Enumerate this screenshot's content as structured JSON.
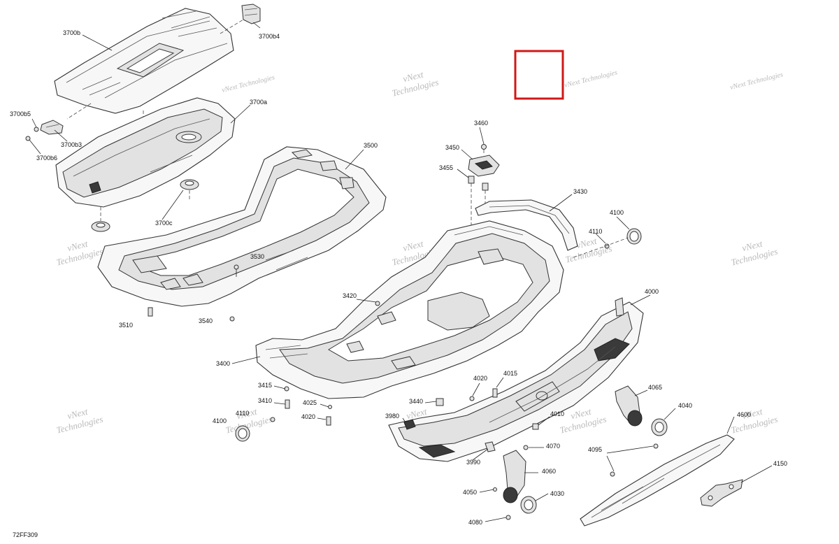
{
  "diagram": {
    "reference_code": "72FF309",
    "watermark_text": "vNext Technologies",
    "watermark_line1": "vNext",
    "watermark_line2": "Technologies",
    "highlight_color": "#d01818",
    "callouts": [
      {
        "id": "3700b",
        "label": "3700b"
      },
      {
        "id": "3700b4",
        "label": "3700b4"
      },
      {
        "id": "3700b5",
        "label": "3700b5"
      },
      {
        "id": "3700b3",
        "label": "3700b3"
      },
      {
        "id": "3700b6",
        "label": "3700b6"
      },
      {
        "id": "3700a",
        "label": "3700a"
      },
      {
        "id": "3700c",
        "label": "3700c"
      },
      {
        "id": "3500",
        "label": "3500"
      },
      {
        "id": "3530",
        "label": "3530"
      },
      {
        "id": "3510",
        "label": "3510"
      },
      {
        "id": "3540",
        "label": "3540"
      },
      {
        "id": "3460",
        "label": "3460"
      },
      {
        "id": "3450",
        "label": "3450"
      },
      {
        "id": "3455",
        "label": "3455"
      },
      {
        "id": "3430",
        "label": "3430"
      },
      {
        "id": "4100a",
        "label": "4100"
      },
      {
        "id": "4110a",
        "label": "4110"
      },
      {
        "id": "3420",
        "label": "3420"
      },
      {
        "id": "4000",
        "label": "4000"
      },
      {
        "id": "3400",
        "label": "3400"
      },
      {
        "id": "3415",
        "label": "3415"
      },
      {
        "id": "3410",
        "label": "3410"
      },
      {
        "id": "4025",
        "label": "4025"
      },
      {
        "id": "4020a",
        "label": "4020"
      },
      {
        "id": "4110b",
        "label": "4110"
      },
      {
        "id": "4100b",
        "label": "4100"
      },
      {
        "id": "4020b",
        "label": "4020"
      },
      {
        "id": "4015",
        "label": "4015"
      },
      {
        "id": "3440",
        "label": "3440"
      },
      {
        "id": "3980",
        "label": "3980"
      },
      {
        "id": "4065",
        "label": "4065"
      },
      {
        "id": "4040",
        "label": "4040"
      },
      {
        "id": "4010",
        "label": "4010"
      },
      {
        "id": "4600",
        "label": "4600"
      },
      {
        "id": "4070",
        "label": "4070"
      },
      {
        "id": "3990",
        "label": "3990"
      },
      {
        "id": "4095",
        "label": "4095"
      },
      {
        "id": "4060",
        "label": "4060"
      },
      {
        "id": "4150",
        "label": "4150"
      },
      {
        "id": "4050",
        "label": "4050"
      },
      {
        "id": "4030",
        "label": "4030"
      },
      {
        "id": "4080",
        "label": "4080"
      }
    ]
  }
}
